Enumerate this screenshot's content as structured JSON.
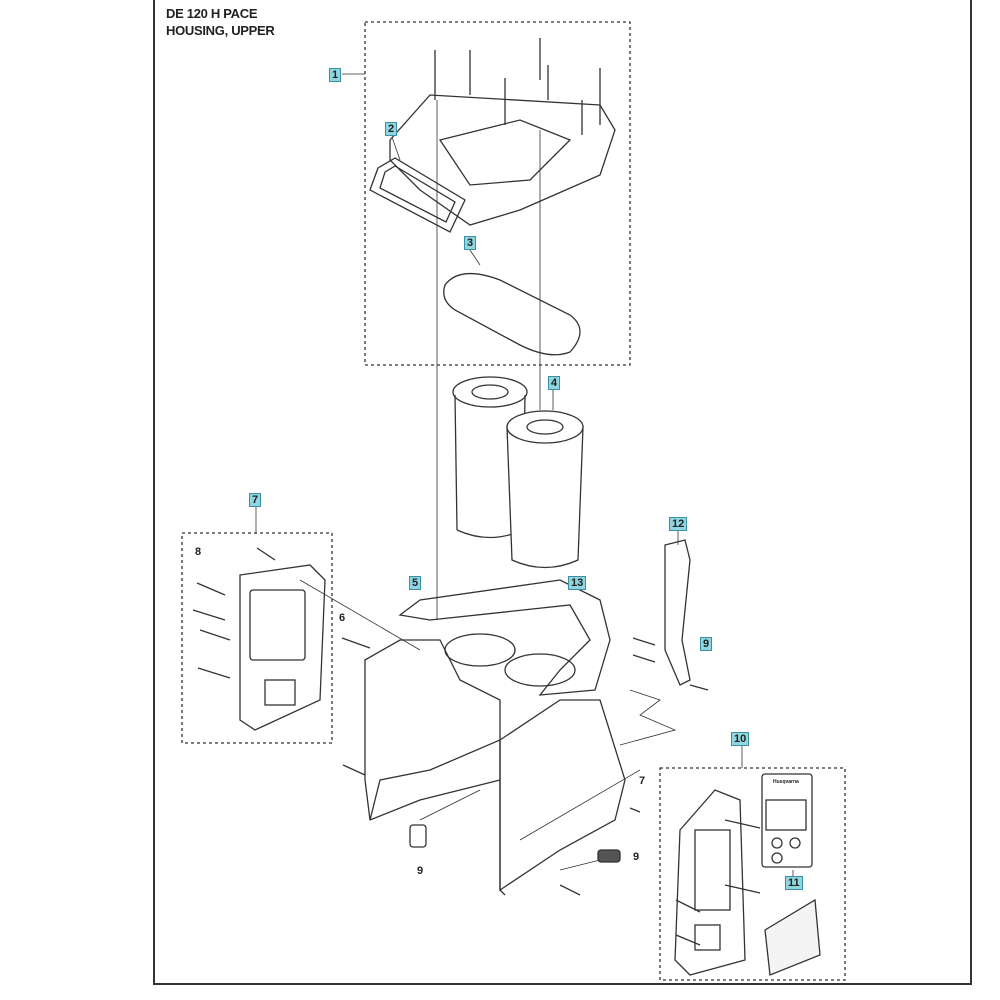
{
  "header": {
    "model": "DE 120 H PACE",
    "section": "HOUSING, UPPER"
  },
  "callouts": {
    "c1": "1",
    "c2": "2",
    "c3": "3",
    "c4": "4",
    "c5": "5",
    "c6": "6",
    "c7a": "7",
    "c7b": "7",
    "c8": "8",
    "c9a": "9",
    "c9b": "9",
    "c9c": "9",
    "c10": "10",
    "c11": "11",
    "c12": "12",
    "c13": "13"
  },
  "decal": {
    "brand": "Husqvarna"
  },
  "colors": {
    "callout_box": "#8fd6e0",
    "line": "#333333"
  }
}
